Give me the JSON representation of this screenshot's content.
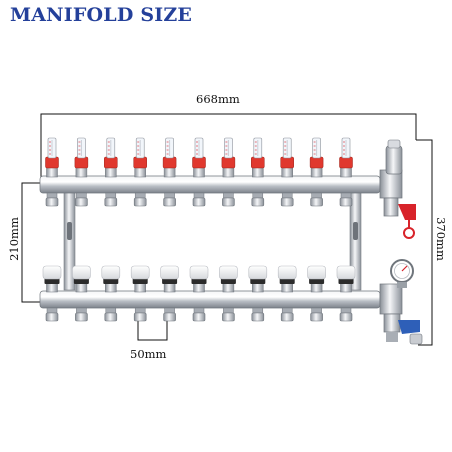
{
  "title": "MANIFOLD SIZE",
  "colors": {
    "title": "#24409a",
    "dimension_line": "#111111",
    "steel": "#c8ccd2",
    "flowmeter_cap": "#e0382e",
    "valve_cap": "#f2f2f2",
    "valve_handle_red": "#d8232a",
    "valve_handle_blue": "#2e5fb8"
  },
  "dimensions": {
    "overall_width": "668mm",
    "bar_spacing": "210mm",
    "overall_height": "370mm",
    "port_pitch": "50mm"
  },
  "manifold": {
    "outlets_per_bar": 11,
    "top_bar_component": "flowmeter",
    "bottom_bar_component": "thermo-valve-cap",
    "top_accessory": "air-vent-with-red-drain-valve",
    "bottom_accessory": "pressure-gauge-with-blue-ball-valve"
  }
}
